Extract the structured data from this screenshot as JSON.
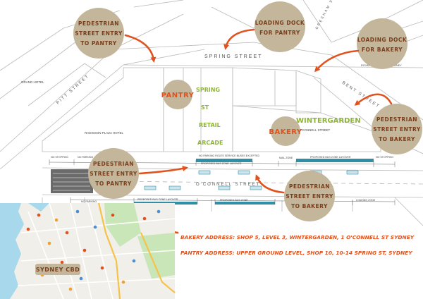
{
  "streets": {
    "spring": "SPRING STREET",
    "pitt": "PITT STREET",
    "bent": "BENT STREET",
    "oconnell": "O'CONNELL STREET",
    "gresham": "GRESHAM STREET"
  },
  "buildings": {
    "grand_hotel": "GRAND HOTEL",
    "radisson": "RADISSON PLAZA HOTEL",
    "address_1": "1 O'CONNELL STREET",
    "royal_exchange": "ROYAL EXCHANGE OF SYDNEY"
  },
  "venues": {
    "pantry": "PANTRY",
    "bakery": "BAKERY",
    "wintergarden": "WINTERGARDEN",
    "spring_retail_arcade": [
      "SPRING",
      "ST",
      "RETAIL",
      "ARCADE"
    ]
  },
  "callouts": {
    "ped_pantry_top": [
      "PEDESTRIAN",
      "STREET ENTRY",
      "TO PANTRY"
    ],
    "loading_pantry": [
      "LOADING DOCK",
      "FOR PANTRY"
    ],
    "loading_bakery": [
      "LOADING DOCK",
      "FOR BAKERY"
    ],
    "ped_bakery_right": [
      "PEDESTRIAN",
      "STREET ENTRY",
      "TO BAKERY"
    ],
    "ped_pantry_mid": [
      "PEDESTRIAN",
      "STREET ENTRY",
      "TO PANTRY"
    ],
    "ped_bakery_mid": [
      "PEDESTRIAN",
      "STREET ENTRY",
      "TO BAKERY"
    ]
  },
  "kerb_signs": {
    "no_stopping": "NO STOPPING",
    "no_parking": "NO PARKING",
    "proposed_bus_zone": "PROPOSED BUS ZONE LAYOVER",
    "mail_zone": "MAIL ZONE",
    "proposed_bus_zone_short": "PROPOSED BUS ZONE",
    "buses_excepted": "BUSES EXCEPTED",
    "loading_zone": "LOADING ZONE",
    "no_parking_route": "NO PARKING ROUTE SERVICE BUSES EXCEPTED"
  },
  "addresses": {
    "bakery": "BAKERY ADDRESS: SHOP 5, LEVEL 3, WINTERGARDEN, 1 O'CONNELL ST SYDNEY",
    "pantry": "PANTRY ADDRESS: UPPER GROUND LEVEL, SHOP 10, 10-14 SPRING ST, SYDNEY"
  },
  "inset_map": {
    "label": "SYDNEY CBD"
  },
  "colors": {
    "bubble": "#c3b69a",
    "arrow": "#e0521e",
    "green": "#8fb33a",
    "bus_zone": "#2f8fa6",
    "water": "#a8d8ec",
    "park": "#c8e6b8"
  }
}
